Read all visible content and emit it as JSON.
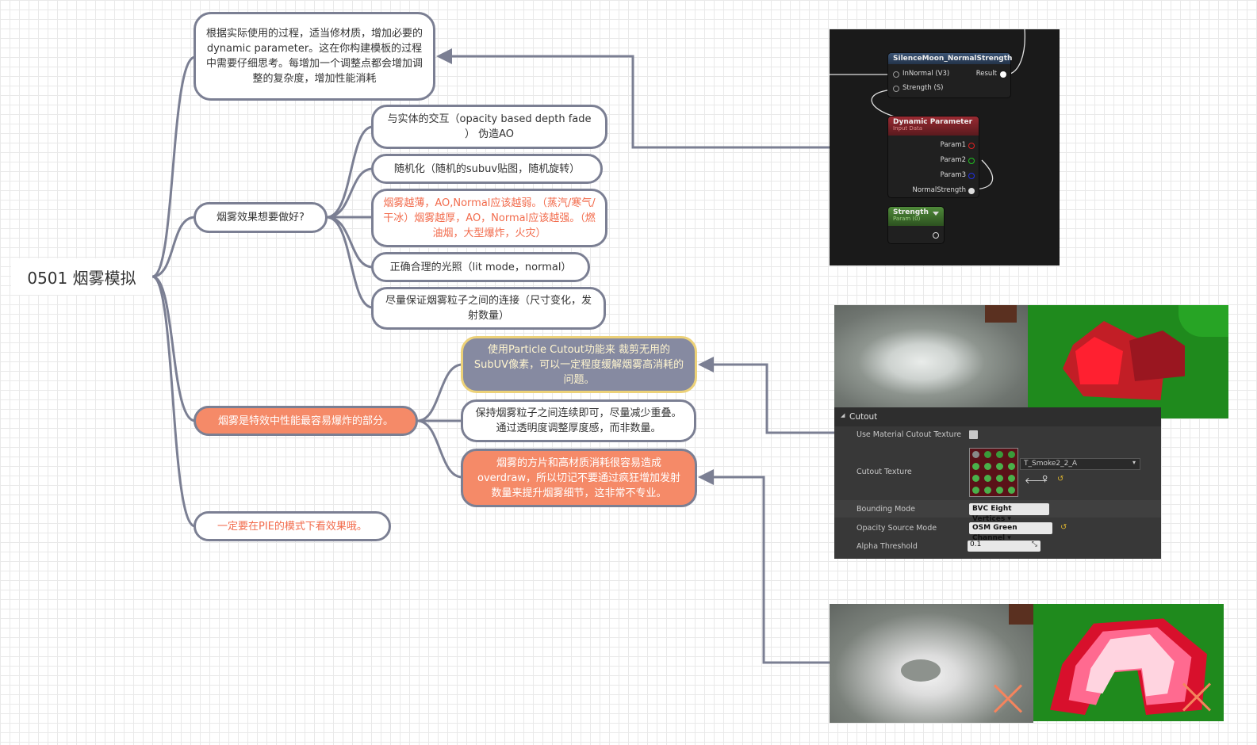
{
  "root": {
    "label": "0501 烟雾模拟"
  },
  "nodes": {
    "dynamic_param_note": "根据实际使用的过程，适当修材质，增加必要的dynamic parameter。这在你构建模板的过程中需要仔细思考。每增加一个调整点都会增加调整的复杂度，增加性能消耗",
    "smoke_quality": "烟雾效果想要做好?",
    "interaction": "与实体的交互（opacity based depth fade ） 伪造AO",
    "randomize": "随机化（随机的subuv贴图，随机旋转）",
    "thin_thick": "烟雾越薄，AO,Normal应该越弱。（蒸汽/寒气/干冰）烟雾越厚，AO，Normal应该越强。（燃油烟，大型爆炸，火灾）",
    "lighting": "正确合理的光照（lit mode，normal）",
    "continuity": "尽量保证烟雾粒子之间的连接（尺寸变化，发射数量）",
    "performance": "烟雾是特效中性能最容易爆炸的部分。",
    "cutout": "使用Particle Cutout功能来 裁剪无用的SubUV像素，可以一定程度缓解烟雾高消耗的问题。",
    "keep_continuous": "保持烟雾粒子之间连续即可，尽量减少重叠。通过透明度调整厚度感，而非数量。",
    "overdraw": "烟雾的方片和高材质消耗很容易造成overdraw，所以切记不要通过疯狂增加发射数量来提升烟雾细节，这非常不专业。",
    "pie": "一定要在PIE的模式下看效果哦。"
  },
  "material_graph": {
    "func_node": {
      "title": "SilenceMoon_NormalStrength",
      "inputs": [
        "InNormal (V3)",
        "Strength (S)"
      ],
      "output": "Result"
    },
    "dyn_node": {
      "title": "Dynamic Parameter",
      "subtitle": "Input Data",
      "outputs": [
        "Param1",
        "Param2",
        "Param3",
        "NormalStrength"
      ]
    },
    "strength_node": {
      "title": "Strength",
      "subtitle": "Param (0)"
    }
  },
  "cutout_panel": {
    "section": "Cutout",
    "use_material_label": "Use Material Cutout Texture",
    "cutout_texture_label": "Cutout Texture",
    "cutout_texture_value": "T_Smoke2_2_A",
    "bounding_mode_label": "Bounding Mode",
    "bounding_mode_value": "BVC Eight Vertices",
    "opacity_source_label": "Opacity Source Mode",
    "opacity_source_value": "OSM Green Channel",
    "alpha_threshold_label": "Alpha Threshold",
    "alpha_threshold_value": "0.1"
  },
  "colors": {
    "connector": "#7b7f93",
    "accent_orange": "#f58a68",
    "text_orange": "#f26b4c",
    "highlight_gray": "#868aa1",
    "highlight_border": "#ecd178"
  }
}
